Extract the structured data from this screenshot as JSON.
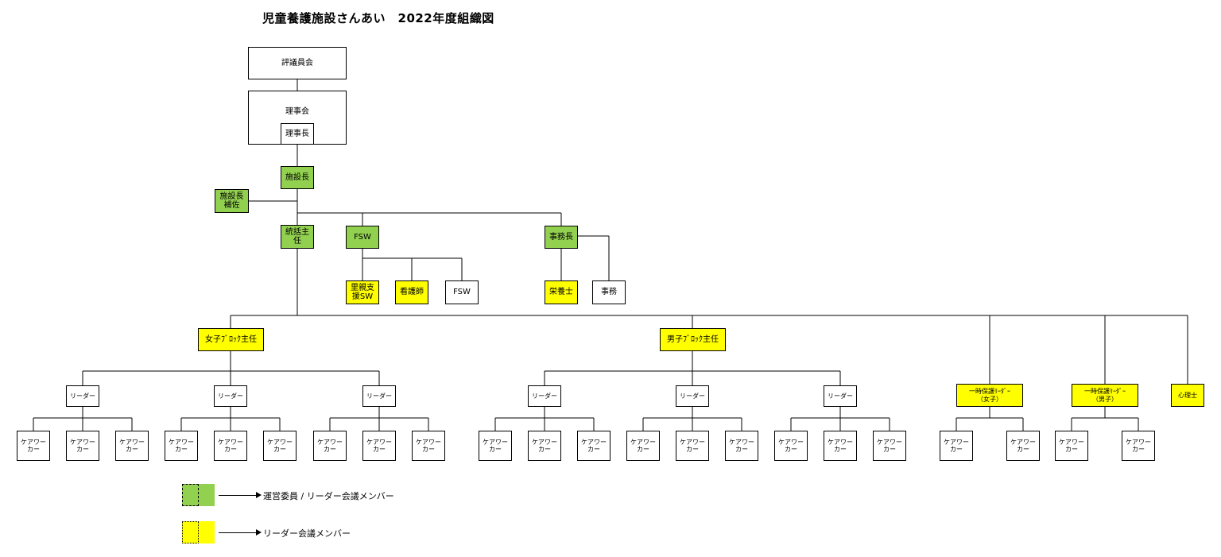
{
  "title": "児童養護施設さんあい　2022年度組織図",
  "nodes": {
    "hyogiinkai": "評議員会",
    "rijikai": "理事会",
    "rijicho": "理事長",
    "shisetsucho": "施設長",
    "shisetsucho_hosa": "施設長\n補佐",
    "tokatsu_shunin": "統括主\n任",
    "fsw": "FSW",
    "jimucho": "事務長",
    "satooya_sw": "里親支\n援SW",
    "kangoshi": "看護師",
    "fsw_staff": "FSW",
    "eiyoshi": "栄養士",
    "jimu": "事務",
    "girls_block": "女子ﾌﾞﾛｯｸ主任",
    "boys_block": "男子ﾌﾞﾛｯｸ主任",
    "leader": "リーダー",
    "careworker": "ケアワー\nカー",
    "temp_leader_girls": "一時保護ﾘｰﾀﾞｰ\n（女子）",
    "temp_leader_boys": "一時保護ﾘｰﾀﾞｰ\n（男子）",
    "shinrishi": "心理士"
  },
  "legend": [
    {
      "color": "#92d050",
      "border": "dashed",
      "label": "運営委員 / リーダー会議メンバー"
    },
    {
      "color": "#ffff00",
      "border": "dotted",
      "label": "リーダー会議メンバー"
    }
  ],
  "colors": {
    "management": "#92d050",
    "leader_meeting": "#ffff00"
  }
}
